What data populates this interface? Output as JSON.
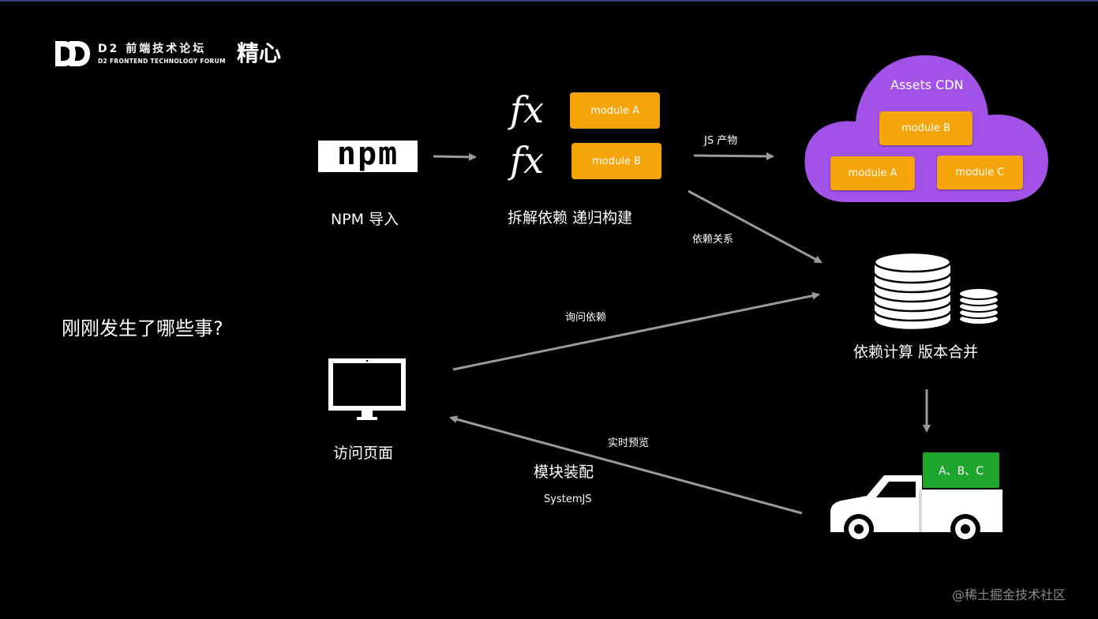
{
  "header": {
    "logo_main": "D2 前端技术论坛",
    "logo_sub": "D2 FRONTEND TECHNOLOGY FORUM",
    "logo_brand": "精心"
  },
  "question": "刚刚发生了哪些事?",
  "npm": {
    "icon_text": "npm",
    "caption": "NPM 导入"
  },
  "build": {
    "fx_a": "fx",
    "fx_b": "fx",
    "module_a": "module A",
    "module_b": "module B",
    "caption": "拆解依赖 递归构建"
  },
  "cdn": {
    "title": "Assets CDN",
    "module_b": "module B",
    "module_a": "module A",
    "module_c": "module C"
  },
  "edges": {
    "js_output": "JS 产物",
    "dependency": "依赖关系",
    "ask_deps": "询问依赖",
    "realtime_preview": "实时预览"
  },
  "compute": {
    "caption": "依赖计算  版本合并"
  },
  "browser": {
    "caption": "访问页面"
  },
  "assembly": {
    "title": "模块装配",
    "sub": "SystemJS"
  },
  "truck": {
    "cargo": "A、B、C",
    "cargo_color": "#1fa62f"
  },
  "watermark": "@稀土掘金技术社区",
  "colors": {
    "orange": "#f5a40a",
    "cloud": "#a352e8",
    "arrow": "#9a9a9a"
  }
}
